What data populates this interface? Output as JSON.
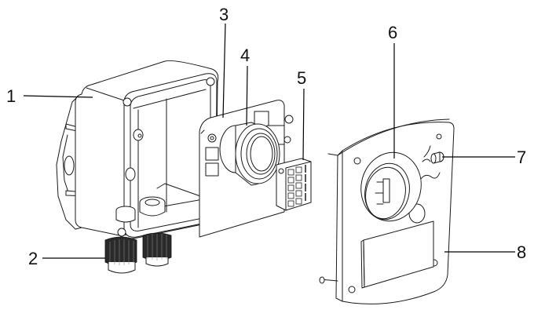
{
  "diagram": {
    "type": "exploded-view",
    "callouts": [
      {
        "number": "1",
        "part": "housing"
      },
      {
        "number": "2",
        "part": "cable-glands"
      },
      {
        "number": "3",
        "part": "circuit-board"
      },
      {
        "number": "4",
        "part": "sensor"
      },
      {
        "number": "5",
        "part": "terminal-block"
      },
      {
        "number": "6",
        "part": "sensor-window"
      },
      {
        "number": "7",
        "part": "led-indicator"
      },
      {
        "number": "8",
        "part": "cover-plate"
      }
    ]
  },
  "colors": {
    "line": "#1a1a1a",
    "background": "#ffffff"
  }
}
